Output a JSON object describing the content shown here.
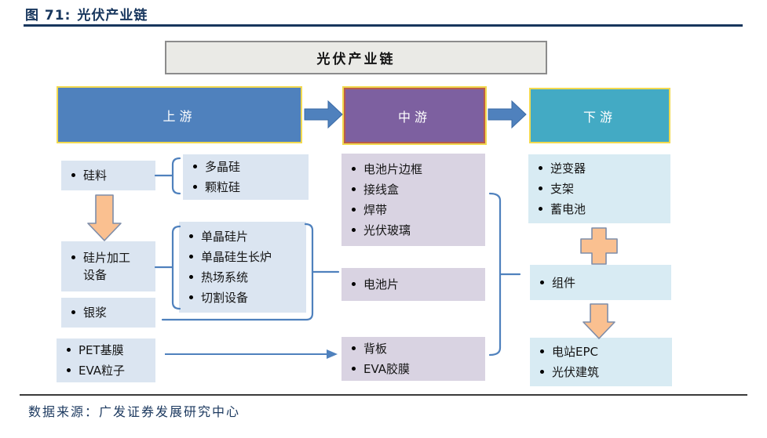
{
  "page": {
    "figure_label": "图 71:",
    "figure_title": "光伏产业链",
    "source_text": "数据来源：广发证券发展研究中心"
  },
  "diagram": {
    "title": "光伏产业链",
    "stages": {
      "upstream": "上游",
      "midstream": "中游",
      "downstream": "下游"
    },
    "upstream": {
      "silicon": {
        "items": [
          "硅料"
        ]
      },
      "poly": {
        "items": [
          "多晶硅",
          "颗粒硅"
        ]
      },
      "wafer_equipment": {
        "items": [
          "硅片加工设备"
        ]
      },
      "mono": {
        "items": [
          "单晶硅片",
          "单晶硅生长炉",
          "热场系统",
          "切割设备"
        ]
      },
      "silver_paste": {
        "items": [
          "银浆"
        ]
      },
      "film": {
        "items": [
          "PET基膜",
          "EVA粒子"
        ]
      }
    },
    "midstream": {
      "auxiliary": {
        "items": [
          "电池片边框",
          "接线盒",
          "焊带",
          "光伏玻璃"
        ]
      },
      "cell": {
        "items": [
          "电池片"
        ]
      },
      "backsheet": {
        "items": [
          "背板",
          "EVA胶膜"
        ]
      }
    },
    "downstream": {
      "bos": {
        "items": [
          "逆变器",
          "支架",
          "蓄电池"
        ]
      },
      "module": {
        "items": [
          "组件"
        ]
      },
      "epc": {
        "items": [
          "电站EPC",
          "光伏建筑"
        ]
      }
    }
  },
  "colors": {
    "title_navy": "#17365D",
    "stage_up": "#4F81BD",
    "stage_mid": "#7D60A0",
    "stage_down": "#43AAC4",
    "stage_yellow": "#F2D94F",
    "stage_mid_border": "#B85C4A",
    "box_up": "#DBE5F1",
    "box_mid": "#D9D3E2",
    "box_down": "#D8EBF3",
    "chain_fill": "#EAEAE6",
    "chain_border": "#8C8C8C",
    "connector": "#4F81BD",
    "arrow_orange": "#FAC090",
    "arrow_orange_border": "#7E8DA9"
  }
}
